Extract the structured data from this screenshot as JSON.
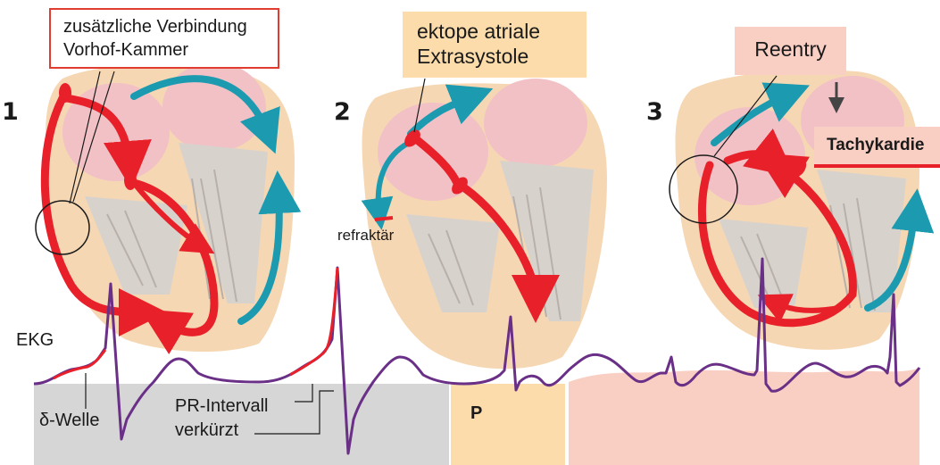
{
  "panels": [
    {
      "number": "1",
      "callout": [
        "zusätzliche Verbindung",
        "Vorhof-Kammer"
      ],
      "labels": {
        "ekg": "EKG",
        "delta_wave": "δ-Welle",
        "pr_interval": [
          "PR-Intervall",
          "verkürzt"
        ]
      }
    },
    {
      "number": "2",
      "callout": [
        "ektope atriale",
        "Extrasystole"
      ],
      "labels": {
        "refractory": "refraktär",
        "p_wave": "P"
      }
    },
    {
      "number": "3",
      "callout": [
        "Reentry"
      ],
      "labels": {
        "tachycardia": "Tachykardie"
      }
    }
  ],
  "colors": {
    "conduction_red": "#e8202a",
    "return_teal": "#1c9bb0",
    "ecg_purple": "#6a2f86",
    "heart_tan": "#f6d7b3",
    "chamber_pink": "#f2c1c6",
    "panel_gray": "#d6d6d6",
    "panel_peach": "#fbdcaa",
    "panel_pink": "#f9cfc4",
    "callout_border_red": "#e23b2f"
  }
}
